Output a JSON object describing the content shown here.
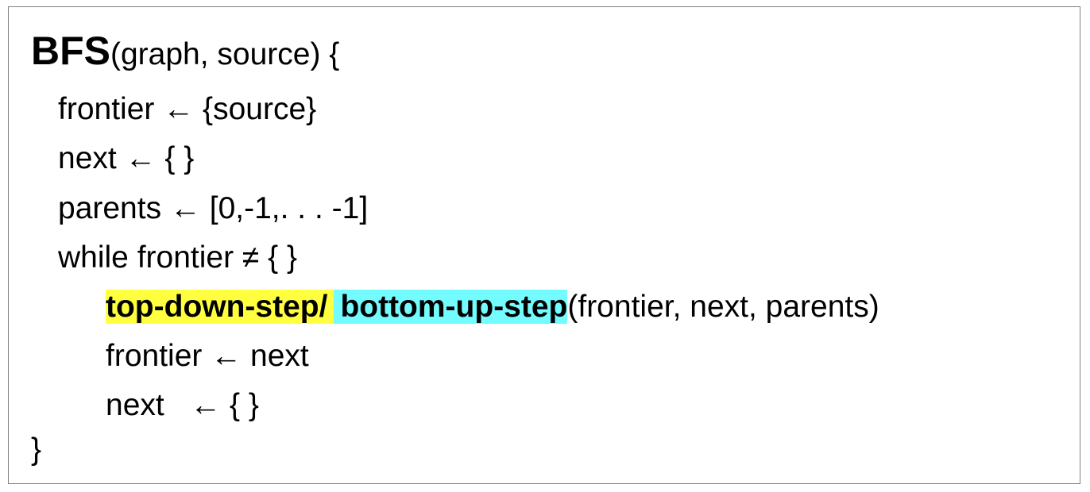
{
  "colors": {
    "highlight_top_down": "#ffff40",
    "highlight_bottom_up": "#73fcff",
    "border": "#808080"
  },
  "code": {
    "function_name": "BFS",
    "signature": "(graph, source) {",
    "line_frontier_init": "frontier ← {source}",
    "line_next_init": "next ← { }",
    "line_parents_init": "parents ← [0,-1,. . . -1]",
    "line_while": "while frontier ≠ { }",
    "top_down_step": "top-down-step/",
    "bottom_up_step": "bottom-up-step",
    "step_args": "(frontier, next, parents)",
    "line_frontier_update": "frontier ← next",
    "line_next_reset": "next   ← { }",
    "closing_brace": "}"
  }
}
